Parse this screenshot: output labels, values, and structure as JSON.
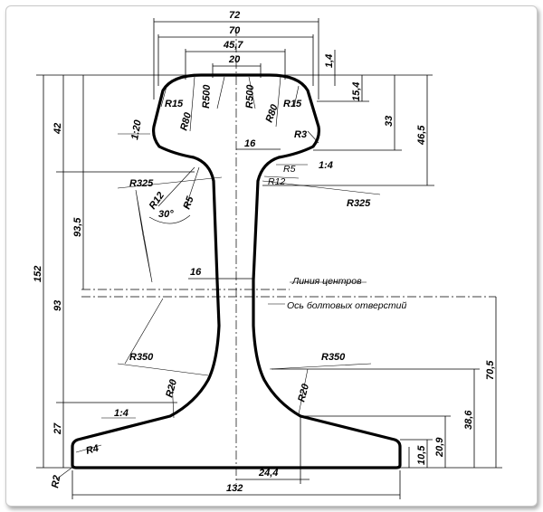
{
  "dimensions": {
    "d72": "72",
    "d70": "70",
    "d45_7": "45,7",
    "d20": "20",
    "d1_4": "1,4",
    "d15_4": "15,4",
    "d33": "33",
    "d46_5": "46,5",
    "d42": "42",
    "d152": "152",
    "d93_5": "93,5",
    "d93": "93",
    "d27": "27",
    "d16_top": "16",
    "d16_mid": "16",
    "d70_5": "70,5",
    "d38_6": "38,6",
    "d20_9": "20,9",
    "d10_5": "10,5",
    "d24_4": "24,4",
    "d132": "132"
  },
  "radii": {
    "r15_left": "R15",
    "r80_left": "R80",
    "r500_left": "R500",
    "r500_right": "R500",
    "r80_right": "R80",
    "r15_right": "R15",
    "r3": "R3",
    "r5_right": "R5",
    "r12_right": "R12",
    "r325_right": "R325",
    "r325_left": "R325",
    "r12_left": "R12",
    "r5_left": "R5",
    "angle30": "30°",
    "r350_left": "R350",
    "r20_left": "R20",
    "r350_right": "R350",
    "r20_right": "R20",
    "r4": "R4",
    "r2": "R2"
  },
  "slopes": {
    "s1_20": "1:20",
    "s1_4_head": "1:4",
    "s1_4_base": "1:4"
  },
  "labels": {
    "center_line": "Линия центров",
    "bolt_axis": "Ось болтовых отверстий"
  }
}
